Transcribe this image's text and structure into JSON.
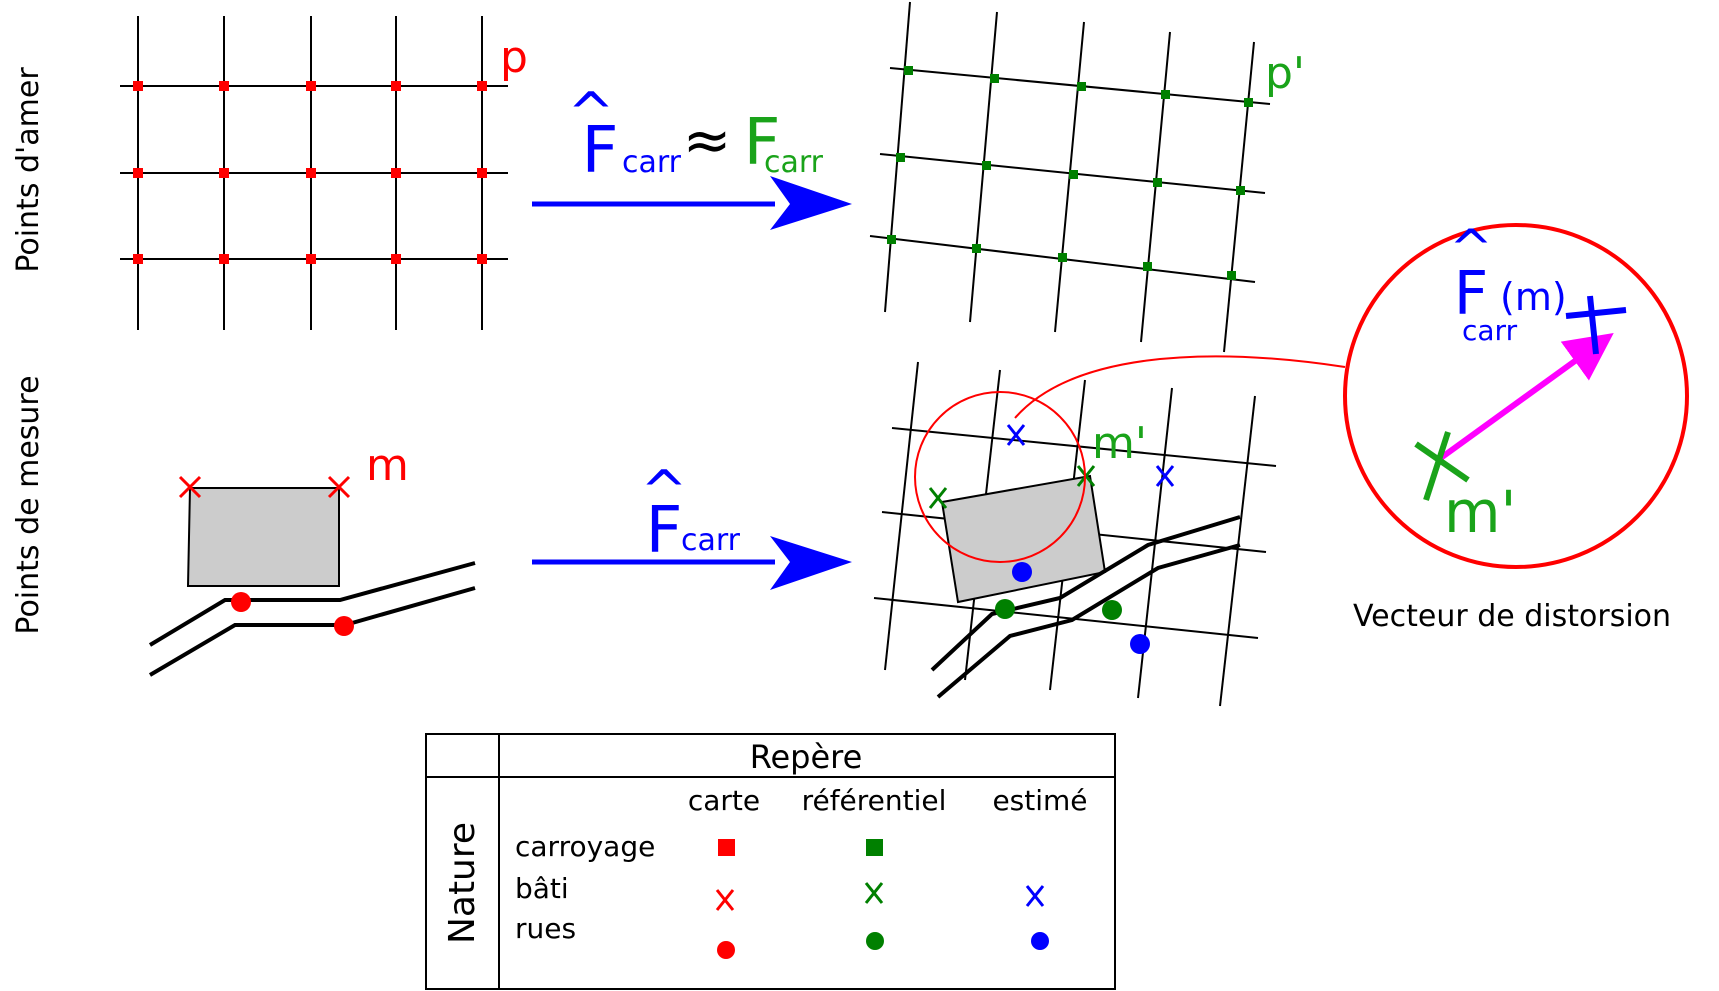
{
  "labels": {
    "row_top": "Points d'amer",
    "row_bottom": "Points de mesure",
    "p": "p",
    "p_prime": "p'",
    "m": "m",
    "m_prime": "m'",
    "zoom_m_prime": "m'",
    "f_letter": "F",
    "hat": "^",
    "carr": "carr",
    "approx": "≈",
    "fm_paren": "(m)",
    "distortion_caption": "Vecteur de distorsion"
  },
  "legend": {
    "header": "Repère",
    "side_header": "Nature",
    "columns": [
      "carte",
      "référentiel",
      "estimé"
    ],
    "rows": [
      "carroyage",
      "bâti",
      "rues"
    ]
  },
  "colors": {
    "carte": "#ff0000",
    "referentiel": "#008000",
    "referentiel_text": "#1aa31a",
    "estime": "#0000ff",
    "vector": "#ff00ff",
    "building": "#cccccc"
  },
  "icons": {
    "grid_point": "square-marker",
    "building_point": "cross-marker",
    "street_point": "dot-marker",
    "transform_arrow": "arrow-right-icon"
  }
}
